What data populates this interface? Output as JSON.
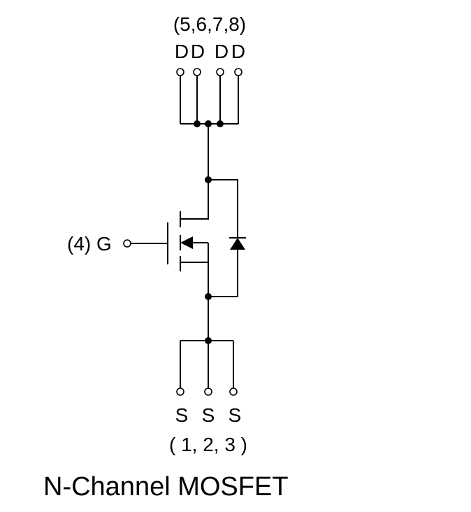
{
  "drain": {
    "pins_label": "(5,6,7,8)",
    "letters": [
      "D",
      "D",
      "D",
      "D"
    ]
  },
  "gate": {
    "pin_label": "(4)",
    "letter": "G"
  },
  "source": {
    "letters": [
      "S",
      "S",
      "S"
    ],
    "pins_label": "( 1, 2, 3 )"
  },
  "title": "N-Channel MOSFET"
}
